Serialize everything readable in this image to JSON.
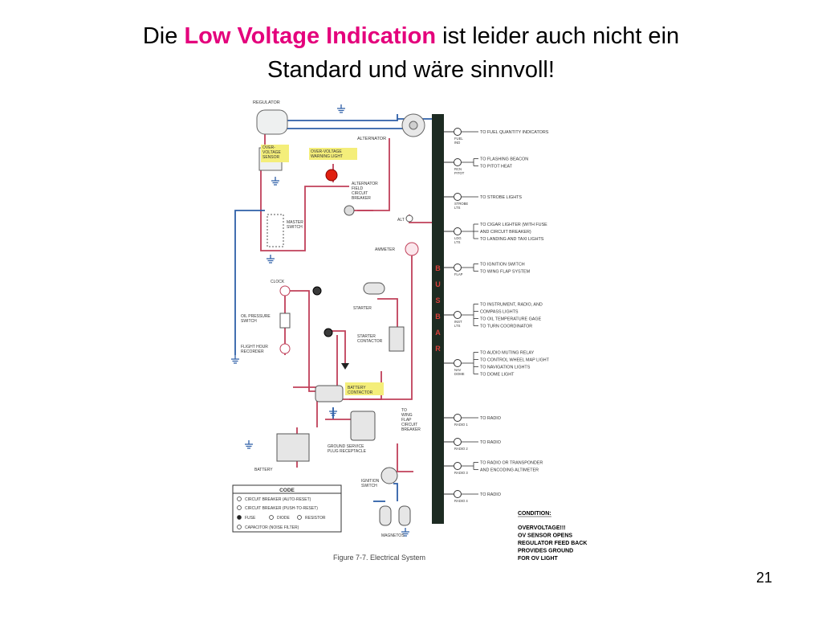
{
  "slide": {
    "title_part1": "Die ",
    "title_highlight": "Low Voltage Indication",
    "title_part2": " ist leider auch nicht ein",
    "title_line2": "Standard und wäre sinnvoll!",
    "page_number": "21"
  },
  "diagram": {
    "labels": {
      "regulator": "REGULATOR",
      "alternator": "ALTERNATOR",
      "ov_sensor": [
        "OVER-",
        "VOLTAGE",
        "SENSOR"
      ],
      "ov_light": [
        "OVER-VOLTAGE",
        "WARNING LIGHT"
      ],
      "alt_cb": [
        "ALTERNATOR",
        "FIELD",
        "CIRCUIT",
        "BREAKER"
      ],
      "master_switch": [
        "MASTER",
        "SWITCH"
      ],
      "alt": "ALT",
      "ammeter": "AMMETER",
      "clock": "CLOCK",
      "starter": "STARTER",
      "oil_pressure": [
        "OIL PRESSURE",
        "SWITCH"
      ],
      "flight_hour": [
        "FLIGHT HOUR",
        "RECORDER"
      ],
      "starter_contactor": [
        "STARTER",
        "CONTACTOR"
      ],
      "battery_contactor": [
        "BATTERY",
        "CONTACTOR"
      ],
      "wing_flap_cb": [
        "TO",
        "WING",
        "FLAP",
        "CIRCUIT",
        "BREAKER"
      ],
      "ground_service": [
        "GROUND SERVICE",
        "PLUG RECEPTACLE"
      ],
      "battery": "BATTERY",
      "ignition": [
        "IGNITION",
        "SWITCH"
      ],
      "magnetos": "MAGNETOS",
      "bus_letters": [
        "B",
        "U",
        "S",
        "B",
        "A",
        "R"
      ]
    },
    "bus_items": [
      {
        "cb": [
          "FUEL",
          "IND"
        ],
        "lines": [
          "TO FUEL QUANTITY INDICATORS"
        ]
      },
      {
        "cb": [
          "RCN",
          "PITOT"
        ],
        "lines": [
          "TO FLASHING BEACON",
          "TO PITOT HEAT"
        ]
      },
      {
        "cb": [
          "STROBE",
          "LTS"
        ],
        "lines": [
          "TO STROBE LIGHTS"
        ]
      },
      {
        "cb": [
          "LDG",
          "LTS"
        ],
        "lines": [
          "TO CIGAR LIGHTER (WITH FUSE",
          "AND CIRCUIT BREAKER)",
          "TO LANDING AND TAXI LIGHTS"
        ]
      },
      {
        "cb": [
          "FLAP"
        ],
        "lines": [
          "TO IGNITION SWITCH",
          "TO WING FLAP SYSTEM"
        ]
      },
      {
        "cb": [
          "INST",
          "LTS"
        ],
        "lines": [
          "TO INSTRUMENT, RADIO, AND",
          "COMPASS LIGHTS",
          "TO OIL TEMPERATURE GAGE",
          "TO TURN COORDINATOR"
        ]
      },
      {
        "cb": [
          "NAV",
          "DOME"
        ],
        "lines": [
          "TO AUDIO MUTING RELAY",
          "TO CONTROL WHEEL MAP LIGHT",
          "TO NAVIGATION LIGHTS",
          "TO DOME LIGHT"
        ]
      },
      {
        "cb": [
          "RADIO 1"
        ],
        "lines": [
          "TO RADIO"
        ]
      },
      {
        "cb": [
          "RADIO 2"
        ],
        "lines": [
          "TO RADIO"
        ]
      },
      {
        "cb": [
          "RADIO 3"
        ],
        "lines": [
          "TO RADIO OR TRANSPONDER",
          "AND ENCODING ALTIMETER"
        ]
      },
      {
        "cb": [
          "RADIO 4"
        ],
        "lines": [
          "TO RADIO"
        ]
      }
    ],
    "legend": {
      "title": "CODE",
      "rows": [
        "CIRCUIT BREAKER (AUTO-RESET)",
        "CIRCUIT BREAKER (PUSH-TO-RESET)",
        "FUSE",
        "DIODE",
        "RESISTOR",
        "CAPACITOR (NOISE FILTER)"
      ]
    },
    "figure_caption": "Figure 7-7.  Electrical System",
    "condition": {
      "title": "CONDITION:",
      "lines": [
        "OVERVOLTAGE!!!",
        "OV SENSOR OPENS",
        "REGULATOR FEED BACK",
        "PROVIDES GROUND",
        "FOR OV LIGHT"
      ]
    },
    "colors": {
      "red_wire": "#c0405a",
      "blue_wire": "#2e5fa8",
      "bus_bar": "#1d2b22",
      "bus_text": "#d8403a",
      "highlight": "#f4ee7a",
      "warning_light": "#e02010"
    }
  }
}
